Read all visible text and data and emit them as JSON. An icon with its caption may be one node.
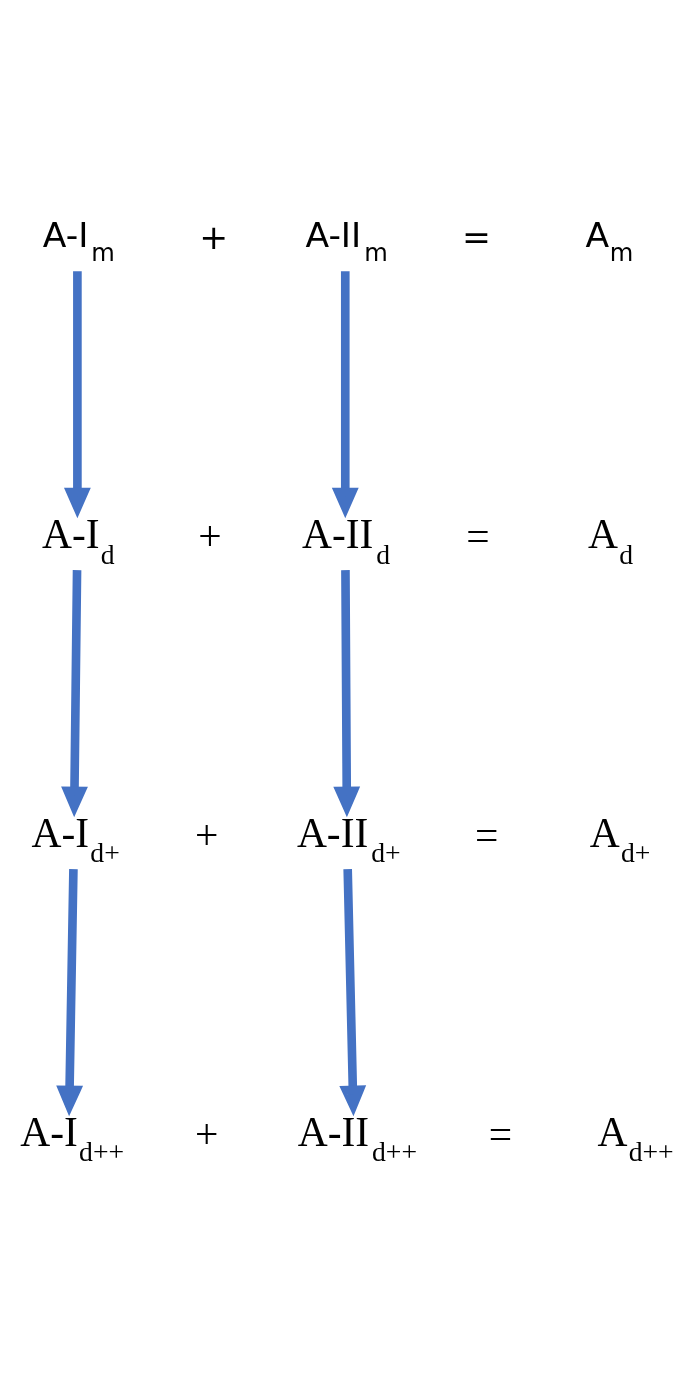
{
  "diagram": {
    "nodes": [
      {
        "text": [
          "A-I$_{m}$"
        ]
      },
      {
        "text": [
          "A-II$_{m}$"
        ]
      },
      {
        "text": [
          "A$_{m}$"
        ]
      },
      {
        "text": [
          "A-I$_{d}$"
        ]
      },
      {
        "text": [
          "A-II$_{d}$"
        ]
      },
      {
        "text": [
          "A$_{d}$"
        ]
      },
      {
        "text": [
          "A-I$_{d+}$"
        ]
      },
      {
        "text": [
          "A-II$_{d+}$"
        ]
      },
      {
        "text": [
          "A$_{d+}$"
        ]
      },
      {
        "text": [
          "A-I$_{d++}$"
        ]
      },
      {
        "text": [
          "A-II$_{d++}$"
        ]
      },
      {
        "text": [
          "A$_{d++}$"
        ]
      }
    ],
    "edges": [
      {
        "from": 0,
        "to": 3,
        "arrow": "to"
      },
      {
        "from": 1,
        "to": 4,
        "arrow": "to"
      },
      {
        "from": 3,
        "to": 6,
        "arrow": "to"
      },
      {
        "from": 4,
        "to": 7,
        "arrow": "to"
      },
      {
        "from": 6,
        "to": 9,
        "arrow": "to"
      },
      {
        "from": 7,
        "to": 10,
        "arrow": "to"
      }
    ],
    "labels": [
      "+",
      "=",
      "+",
      "=",
      "+",
      "=",
      "+",
      "="
    ]
  }
}
